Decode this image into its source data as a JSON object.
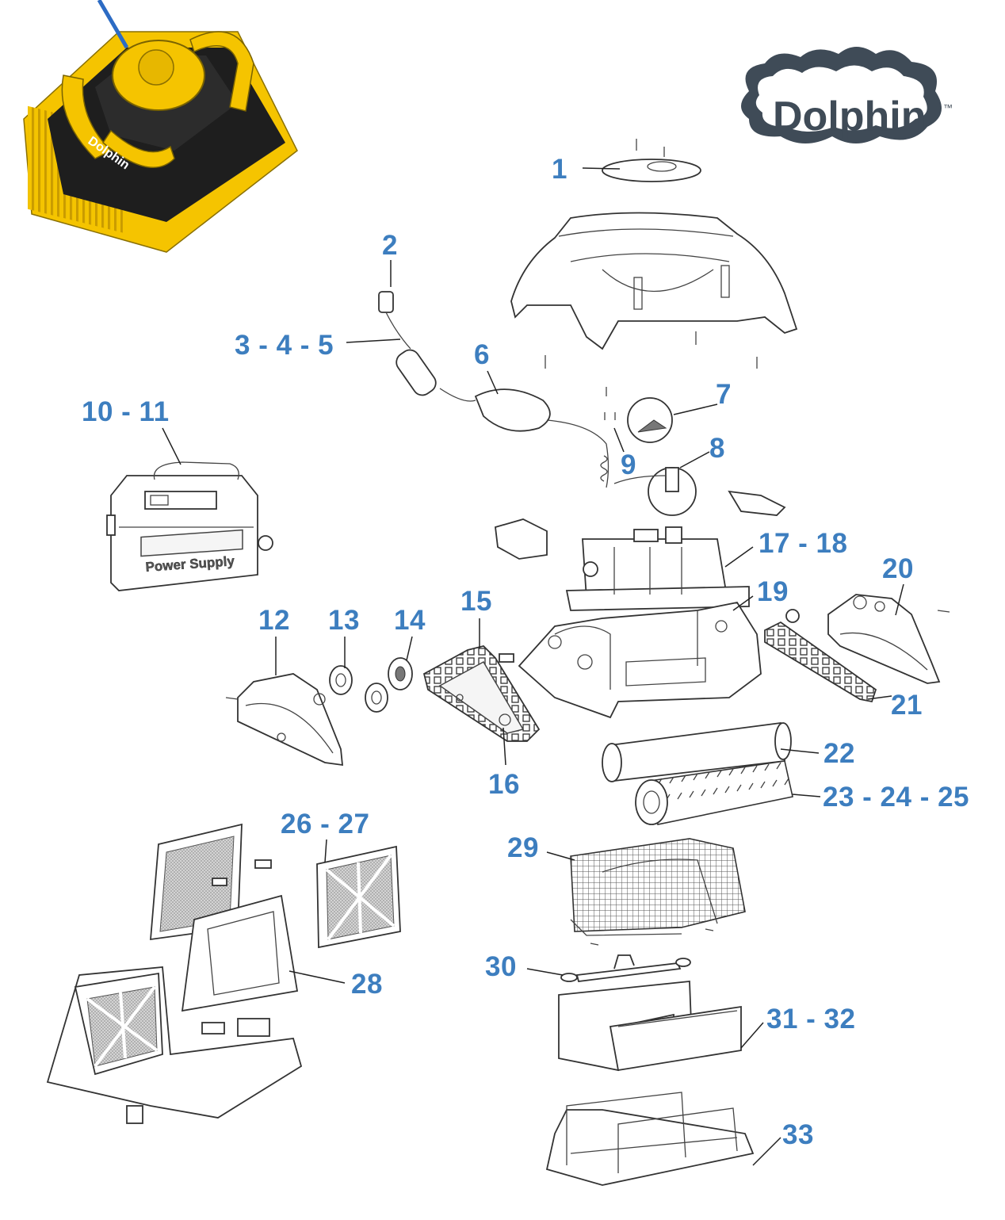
{
  "logo": {
    "text": "Dolphin",
    "trademark": "™",
    "colors": {
      "cloud": "#3f4b57",
      "cloud_inner": "#ffffff"
    }
  },
  "power_supply_label": "Power Supply",
  "product_badge": "Dolphin",
  "accent_color": "#3d7ebf",
  "callouts": [
    {
      "id": "1",
      "text": "1"
    },
    {
      "id": "2",
      "text": "2"
    },
    {
      "id": "3",
      "text": "3 - 4 - 5"
    },
    {
      "id": "6",
      "text": "6"
    },
    {
      "id": "7",
      "text": "7"
    },
    {
      "id": "8",
      "text": "8"
    },
    {
      "id": "9",
      "text": "9"
    },
    {
      "id": "10",
      "text": "10 - 11"
    },
    {
      "id": "12",
      "text": "12"
    },
    {
      "id": "13",
      "text": "13"
    },
    {
      "id": "14",
      "text": "14"
    },
    {
      "id": "15",
      "text": "15"
    },
    {
      "id": "16",
      "text": "16"
    },
    {
      "id": "17",
      "text": "17 - 18"
    },
    {
      "id": "19",
      "text": "19"
    },
    {
      "id": "20",
      "text": "20"
    },
    {
      "id": "21",
      "text": "21"
    },
    {
      "id": "22",
      "text": "22"
    },
    {
      "id": "23",
      "text": "23 - 24 - 25"
    },
    {
      "id": "26",
      "text": "26 - 27"
    },
    {
      "id": "28",
      "text": "28"
    },
    {
      "id": "29",
      "text": "29"
    },
    {
      "id": "30",
      "text": "30"
    },
    {
      "id": "31",
      "text": "31 - 32"
    },
    {
      "id": "33",
      "text": "33"
    }
  ]
}
